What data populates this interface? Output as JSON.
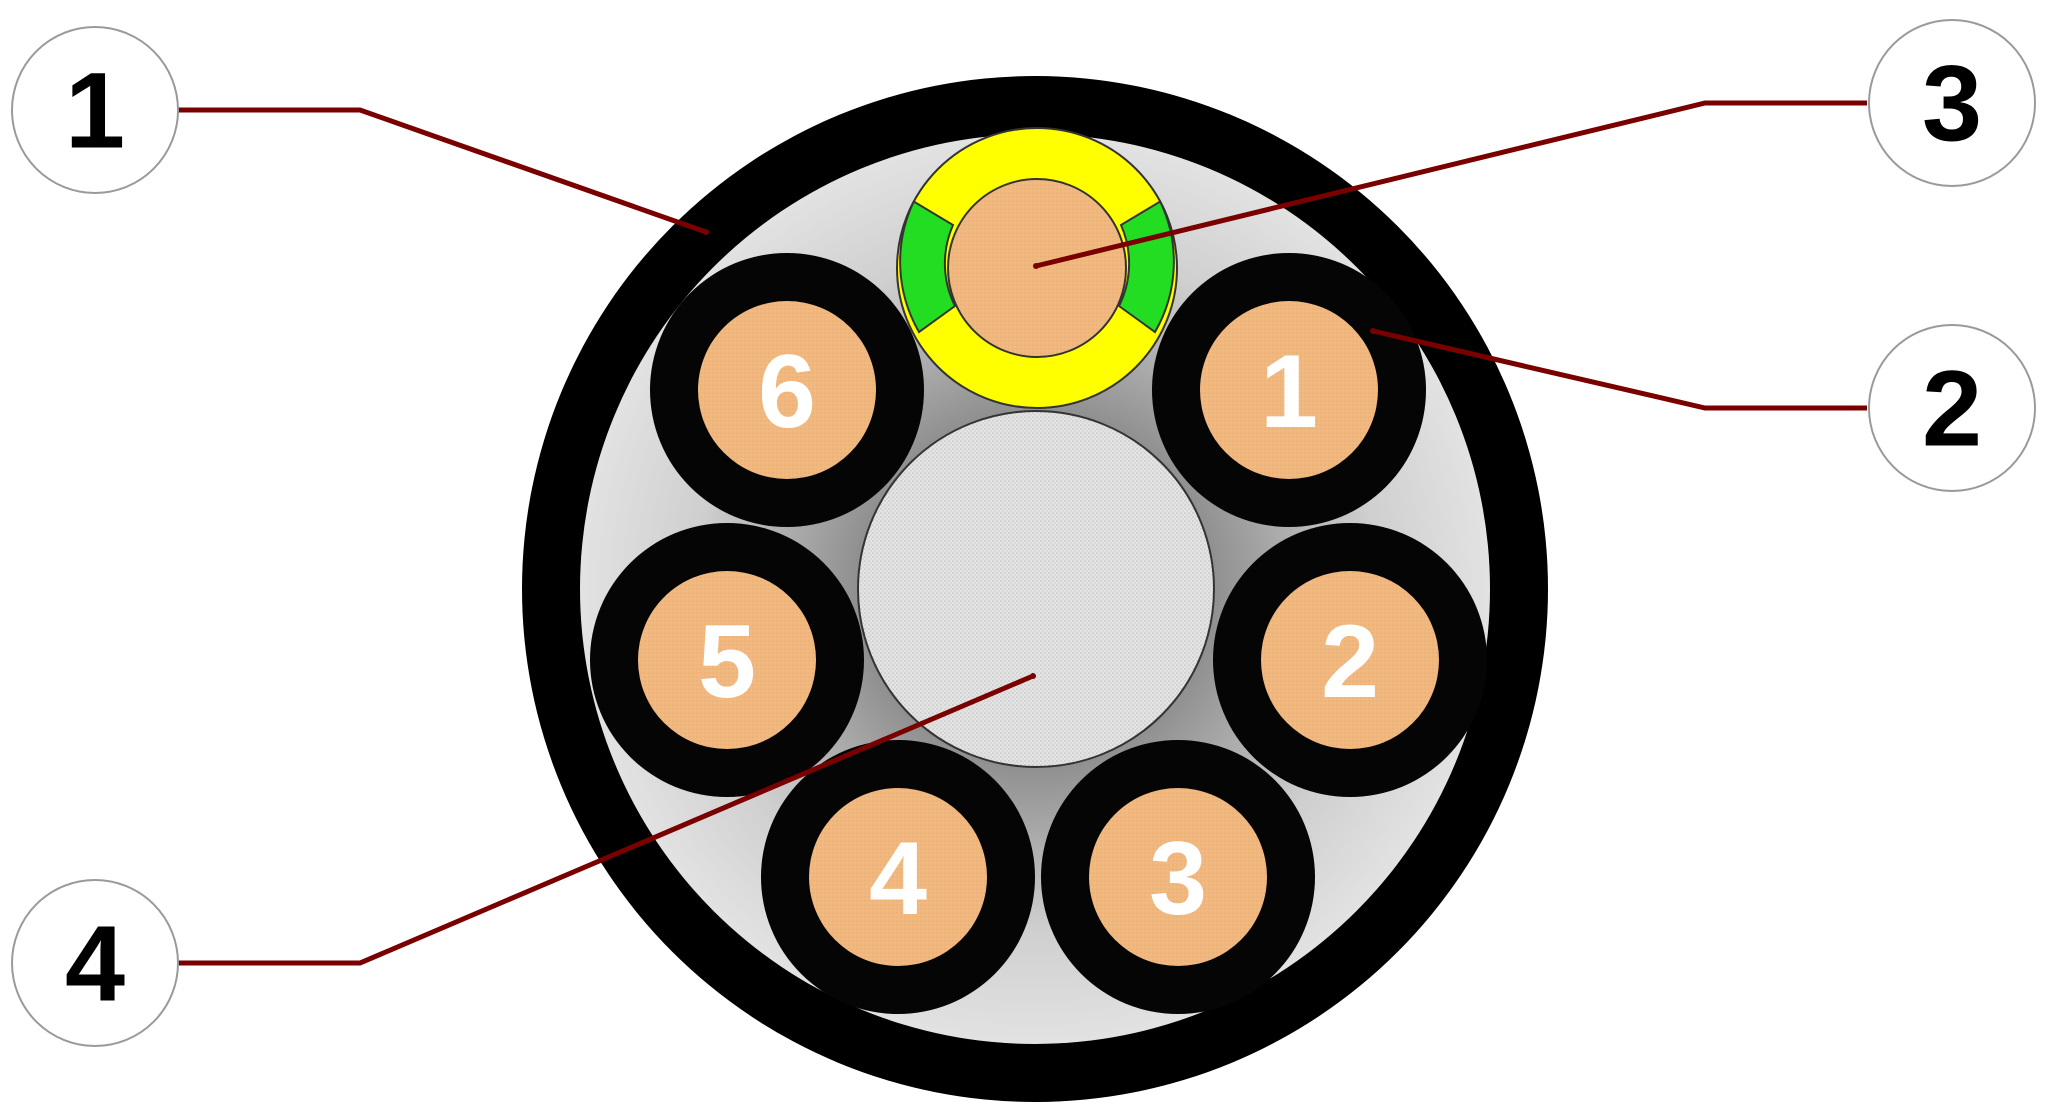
{
  "diagram": {
    "callouts": [
      {
        "id": "callout-1",
        "label": "1"
      },
      {
        "id": "callout-2",
        "label": "2"
      },
      {
        "id": "callout-3",
        "label": "3"
      },
      {
        "id": "callout-4",
        "label": "4"
      }
    ],
    "conductors": [
      {
        "id": "conductor-1",
        "label": "1"
      },
      {
        "id": "conductor-2",
        "label": "2"
      },
      {
        "id": "conductor-3",
        "label": "3"
      },
      {
        "id": "conductor-4",
        "label": "4"
      },
      {
        "id": "conductor-5",
        "label": "5"
      },
      {
        "id": "conductor-6",
        "label": "6"
      }
    ],
    "colors": {
      "outer_sheath": "#000000",
      "filler": "#d2d2d2",
      "copper": "#f0b77e",
      "insulation": "#050505",
      "earth_yellow": "#ffff00",
      "earth_green": "#22dd22",
      "center_core": "#e0e0e0",
      "leader_line": "#7a0000",
      "label_text": "#ffffff",
      "callout_text": "#000000"
    }
  }
}
